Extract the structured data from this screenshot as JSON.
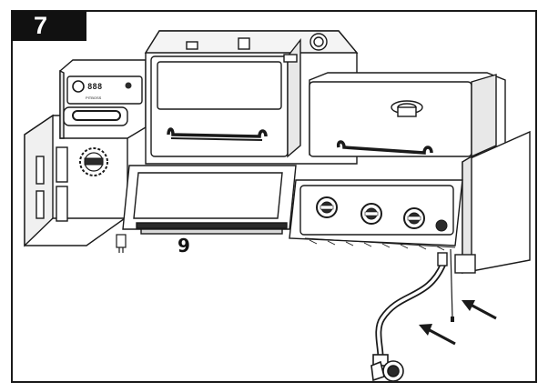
{
  "step": {
    "number": "7"
  },
  "callout": {
    "part_number": "9"
  },
  "controller": {
    "display_text": "888",
    "brand_label": "PITBOSS"
  },
  "arrows": {
    "count": 2
  },
  "colors": {
    "line": "#1a1a1a",
    "fill": "#ffffff",
    "shade": "#d9d9d9",
    "dark": "#2b2b2b",
    "badge": "#111111"
  },
  "icons": [
    "pit-boss-logo-icon",
    "burner-knob-icon",
    "gas-regulator-icon",
    "arrow-icon"
  ]
}
